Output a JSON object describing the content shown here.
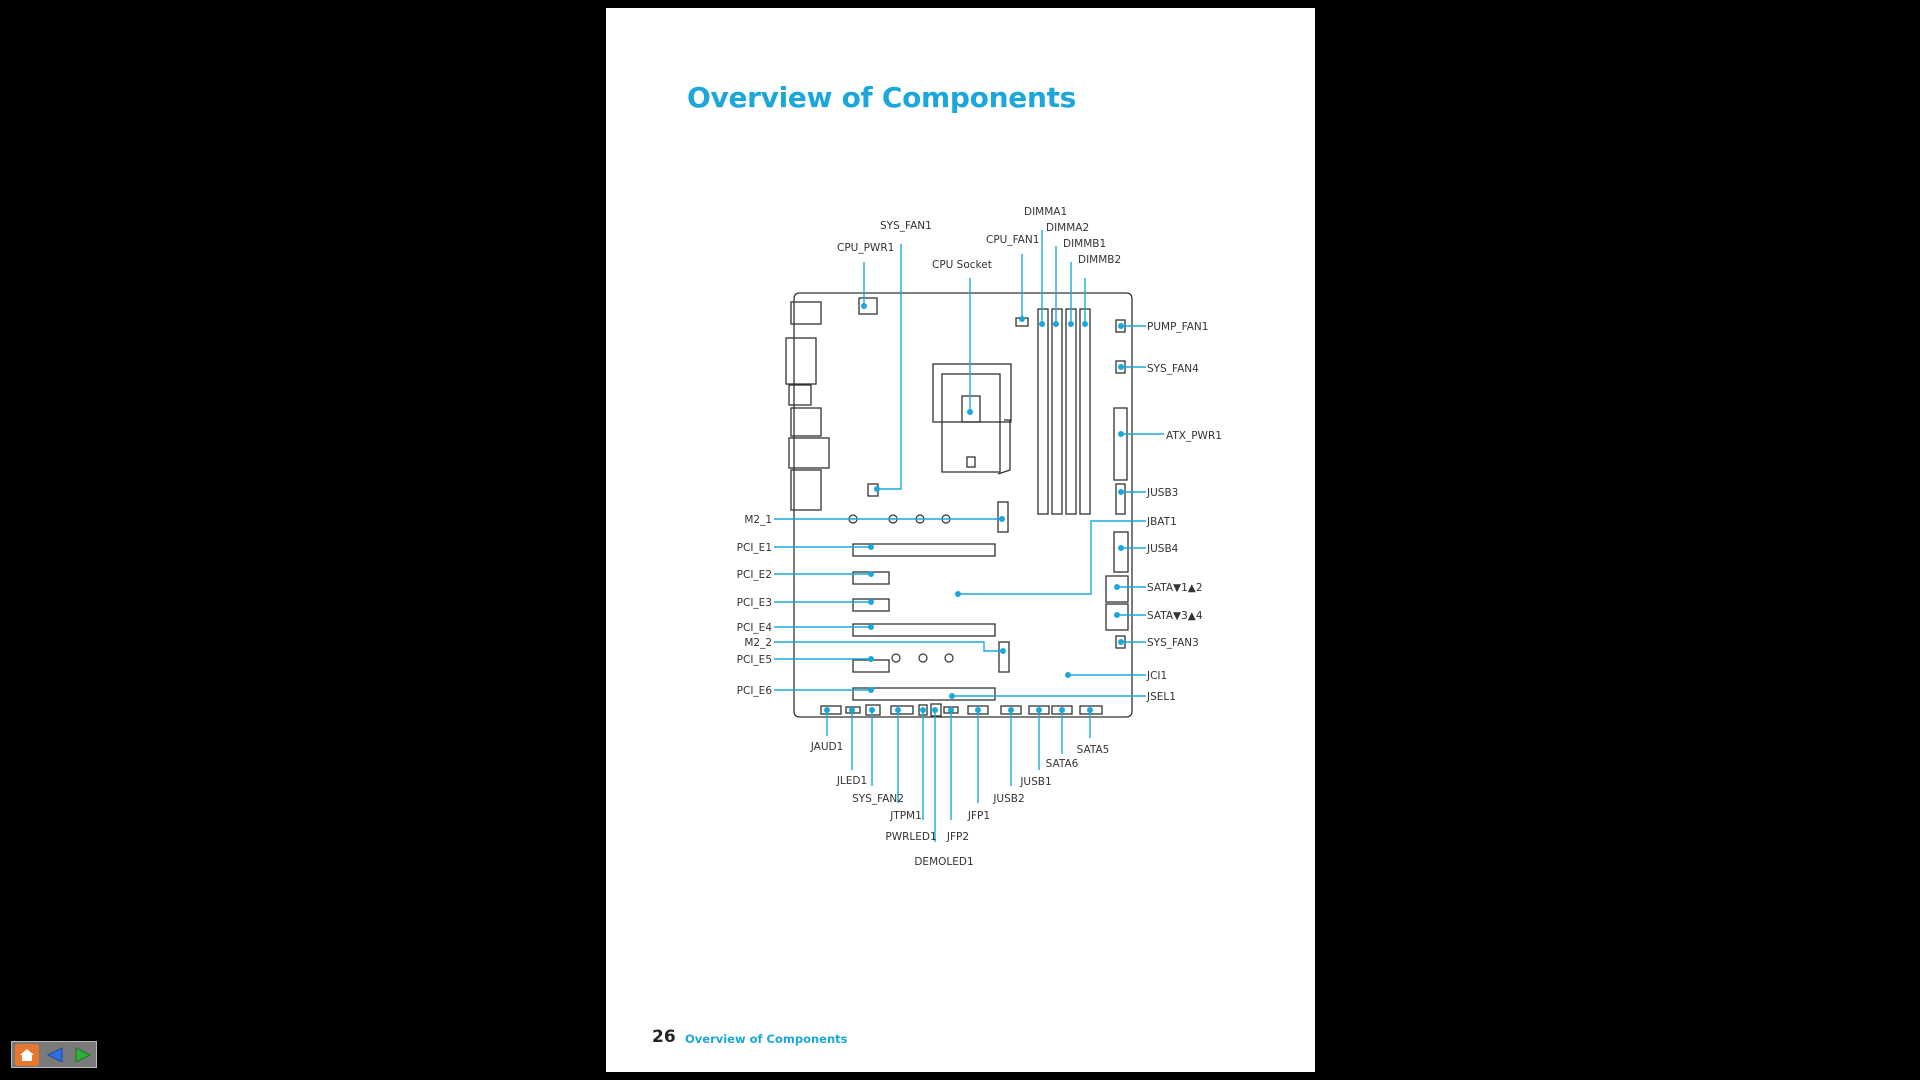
{
  "document": {
    "title": "Overview of Components",
    "page_number": "26",
    "footer_title": "Overview of Components"
  },
  "labels": {
    "dimma1": "DIMMA1",
    "dimma2": "DIMMA2",
    "dimmb1": "DIMMB1",
    "dimmb2": "DIMMB2",
    "sys_fan1": "SYS_FAN1",
    "cpu_fan1": "CPU_FAN1",
    "cpu_pwr1": "CPU_PWR1",
    "cpu_socket": "CPU Socket",
    "pump_fan1": "PUMP_FAN1",
    "sys_fan4": "SYS_FAN4",
    "atx_pwr1": "ATX_PWR1",
    "jusb3": "JUSB3",
    "jbat1": "JBAT1",
    "jusb4": "JUSB4",
    "sata12": "SATA▼1▲2",
    "sata34": "SATA▼3▲4",
    "sys_fan3": "SYS_FAN3",
    "jci1": "JCI1",
    "jsel1": "JSEL1",
    "m2_1": "M2_1",
    "pci_e1": "PCI_E1",
    "pci_e2": "PCI_E2",
    "pci_e3": "PCI_E3",
    "pci_e4": "PCI_E4",
    "m2_2": "M2_2",
    "pci_e5": "PCI_E5",
    "pci_e6": "PCI_E6",
    "jaud1": "JAUD1",
    "jled1": "JLED1",
    "sys_fan2": "SYS_FAN2",
    "jtpm1": "JTPM1",
    "pwrled1": "PWRLED1",
    "demoled1": "DEMOLED1",
    "jfp2": "JFP2",
    "jfp1": "JFP1",
    "jusb2": "JUSB2",
    "jusb1": "JUSB1",
    "sata6": "SATA6",
    "sata5": "SATA5"
  },
  "colors": {
    "accent": "#1ba7db",
    "outline": "#333333",
    "page_bg": "#ffffff",
    "viewer_bg": "#000000"
  },
  "viewer": {
    "home_icon": "home-icon",
    "prev_icon": "prev-page-arrow-icon",
    "next_icon": "next-page-arrow-icon"
  }
}
